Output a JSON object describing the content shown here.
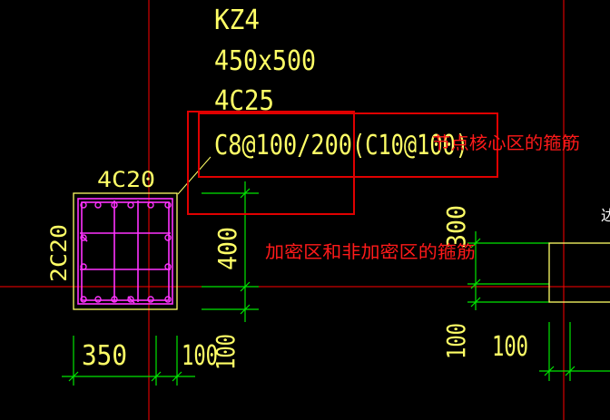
{
  "column": {
    "id": "KZ4",
    "size": "450x500",
    "main_rebar": "4C25",
    "stirrup": "C8@100/200",
    "stirrup_core": "(C10@100)"
  },
  "section": {
    "top_rebar": "4C20",
    "side_rebar": "2C20"
  },
  "dimensions": {
    "dim_350": "350",
    "dim_100_bottom": "100",
    "dim_100_vertical_left": "100",
    "dim_400": "400",
    "dim_300": "300",
    "dim_100_right_vertical": "100",
    "dim_100_right": "100"
  },
  "annotations": {
    "core_zone_stirrup": "节点核心区的箍筋",
    "dense_zone_stirrup": "加密区和非加密区的箍筋"
  },
  "edge_fragment": "达",
  "colors": {
    "background": "#000000",
    "cad_yellow": "#ffff66",
    "cad_green": "#00e600",
    "cad_magenta": "#ff33ff",
    "cad_red_line": "#ff0000",
    "annotation_red": "#ff1a1a",
    "box_red": "#e00000"
  }
}
